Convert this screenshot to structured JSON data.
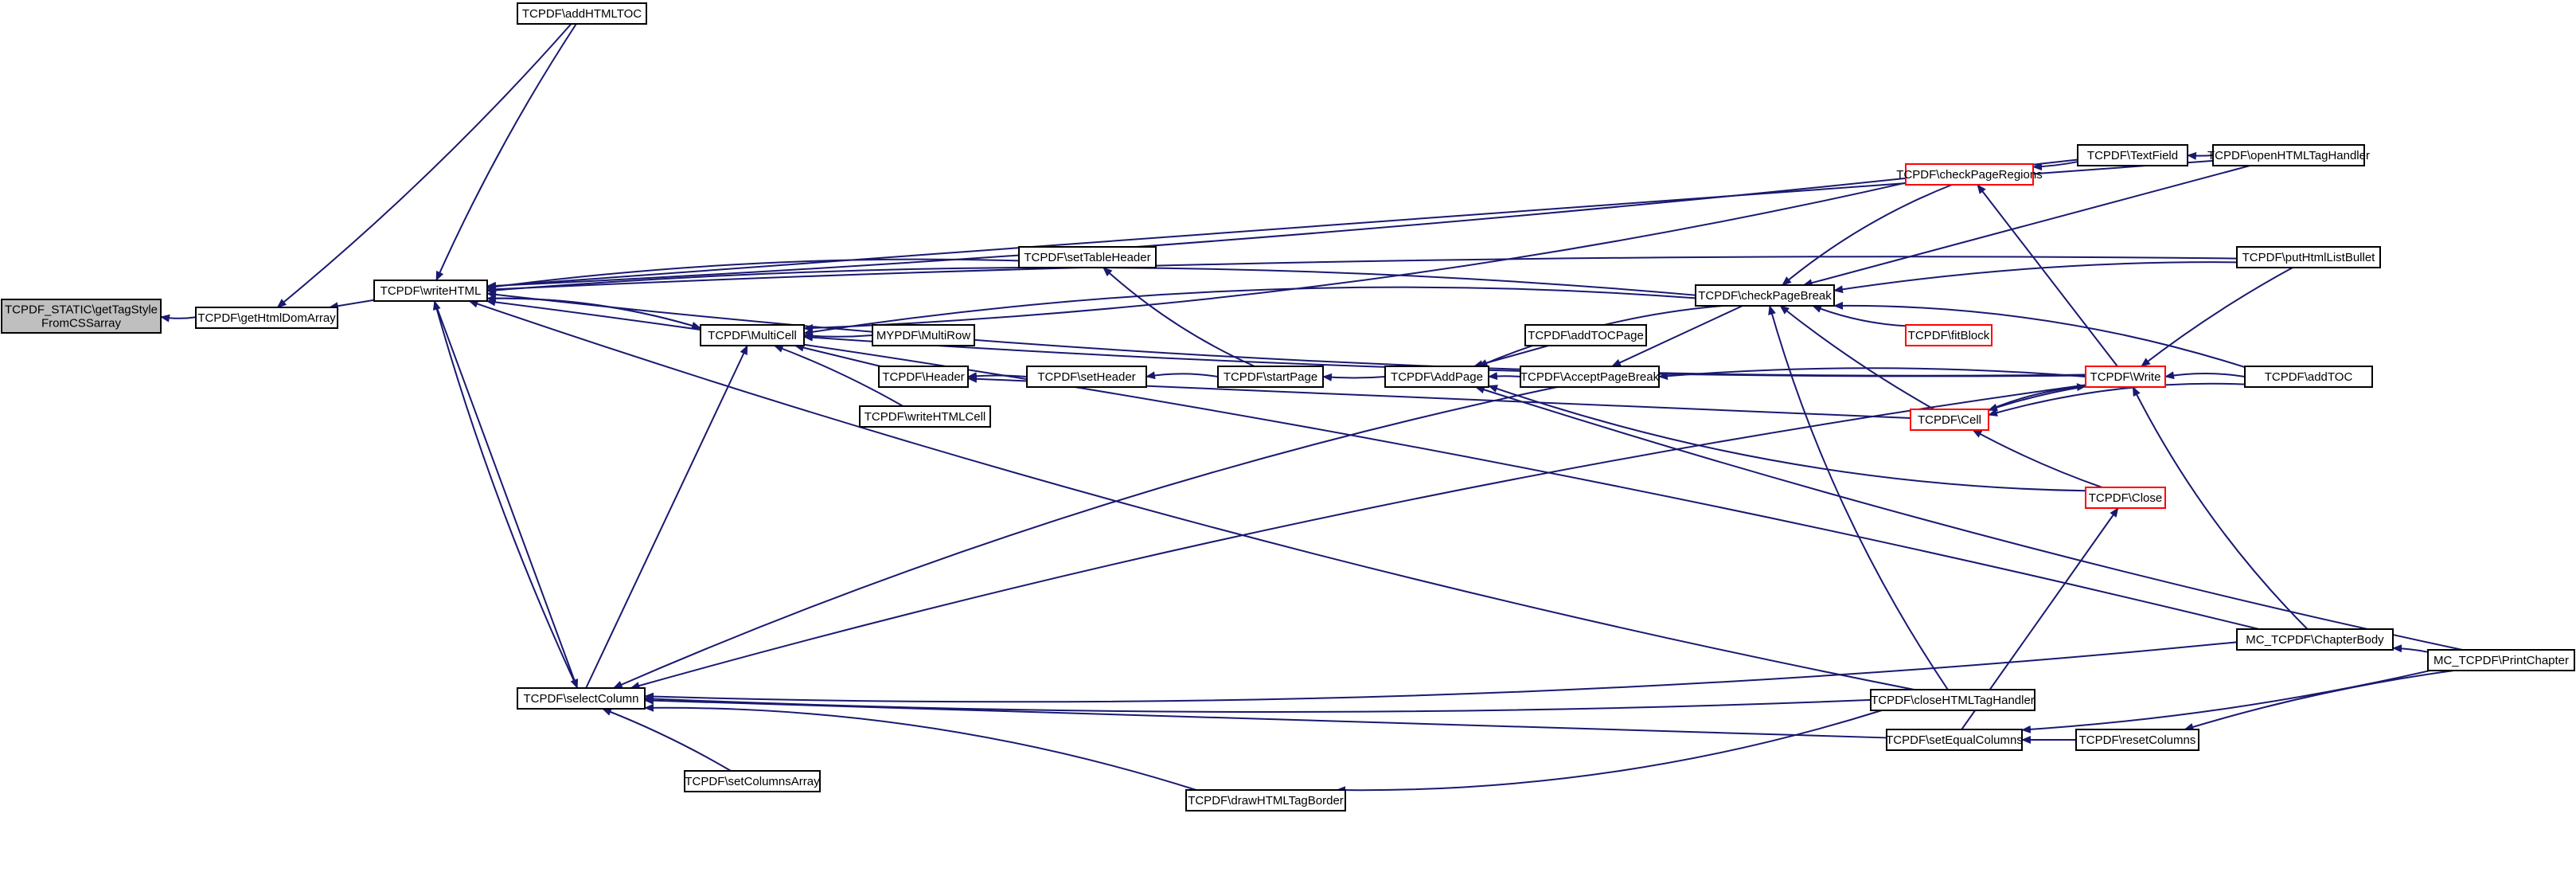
{
  "colors": {
    "edge": "#191970",
    "normal_border": "#000000",
    "red_border": "#ff0000",
    "root_fill": "#bfbfbf",
    "fill": "#ffffff",
    "text": "#000000"
  },
  "nodes": [
    {
      "id": "n1",
      "label": "TCPDF_STATIC\\getTagStyle\nFromCSSarray",
      "style": "root"
    },
    {
      "id": "n2",
      "label": "TCPDF\\getHtmlDomArray",
      "style": "normal"
    },
    {
      "id": "n3",
      "label": "TCPDF\\addHTMLTOC",
      "style": "normal"
    },
    {
      "id": "n4",
      "label": "TCPDF\\writeHTML",
      "style": "normal"
    },
    {
      "id": "n5",
      "label": "TCPDF\\MultiCell",
      "style": "normal"
    },
    {
      "id": "n6",
      "label": "TCPDF\\selectColumn",
      "style": "normal"
    },
    {
      "id": "n7",
      "label": "TCPDF\\setTableHeader",
      "style": "normal"
    },
    {
      "id": "n8",
      "label": "MYPDF\\MultiRow",
      "style": "normal"
    },
    {
      "id": "n9",
      "label": "TCPDF\\Header",
      "style": "normal"
    },
    {
      "id": "n10",
      "label": "TCPDF\\writeHTMLCell",
      "style": "normal"
    },
    {
      "id": "n11",
      "label": "TCPDF\\setHeader",
      "style": "normal"
    },
    {
      "id": "n12",
      "label": "TCPDF\\startPage",
      "style": "normal"
    },
    {
      "id": "n13",
      "label": "TCPDF\\AddPage",
      "style": "normal"
    },
    {
      "id": "n14",
      "label": "TCPDF\\addTOCPage",
      "style": "normal"
    },
    {
      "id": "n15",
      "label": "TCPDF\\AcceptPageBreak",
      "style": "normal"
    },
    {
      "id": "n16",
      "label": "TCPDF\\checkPageBreak",
      "style": "normal"
    },
    {
      "id": "n17",
      "label": "TCPDF\\checkPageRegions",
      "style": "red"
    },
    {
      "id": "n18",
      "label": "TCPDF\\fitBlock",
      "style": "red"
    },
    {
      "id": "n19",
      "label": "TCPDF\\Cell",
      "style": "red"
    },
    {
      "id": "n20",
      "label": "TCPDF\\Write",
      "style": "red"
    },
    {
      "id": "n21",
      "label": "TCPDF\\Close",
      "style": "red"
    },
    {
      "id": "n22",
      "label": "TCPDF\\TextField",
      "style": "normal"
    },
    {
      "id": "n23",
      "label": "TCPDF\\openHTMLTagHandler",
      "style": "normal"
    },
    {
      "id": "n24",
      "label": "TCPDF\\putHtmlListBullet",
      "style": "normal"
    },
    {
      "id": "n25",
      "label": "TCPDF\\addTOC",
      "style": "normal"
    },
    {
      "id": "n26",
      "label": "MC_TCPDF\\ChapterBody",
      "style": "normal"
    },
    {
      "id": "n27",
      "label": "MC_TCPDF\\PrintChapter",
      "style": "normal"
    },
    {
      "id": "n28",
      "label": "TCPDF\\closeHTMLTagHandler",
      "style": "normal"
    },
    {
      "id": "n29",
      "label": "TCPDF\\setEqualColumns",
      "style": "normal"
    },
    {
      "id": "n30",
      "label": "TCPDF\\resetColumns",
      "style": "normal"
    },
    {
      "id": "n31",
      "label": "TCPDF\\setColumnsArray",
      "style": "normal"
    },
    {
      "id": "n32",
      "label": "TCPDF\\drawHTMLTagBorder",
      "style": "normal"
    }
  ],
  "edges": [
    {
      "from": "n2",
      "to": "n1"
    },
    {
      "from": "n3",
      "to": "n2"
    },
    {
      "from": "n4",
      "to": "n2"
    },
    {
      "from": "n3",
      "to": "n4"
    },
    {
      "from": "n5",
      "to": "n4"
    },
    {
      "from": "n4",
      "to": "n5"
    },
    {
      "from": "n6",
      "to": "n4"
    },
    {
      "from": "n4",
      "to": "n6"
    },
    {
      "from": "n7",
      "to": "n4"
    },
    {
      "from": "n16",
      "to": "n4"
    },
    {
      "from": "n20",
      "to": "n4"
    },
    {
      "from": "n22",
      "to": "n4"
    },
    {
      "from": "n23",
      "to": "n4"
    },
    {
      "from": "n24",
      "to": "n4"
    },
    {
      "from": "n26",
      "to": "n4"
    },
    {
      "from": "n28",
      "to": "n4"
    },
    {
      "from": "n8",
      "to": "n5"
    },
    {
      "from": "n9",
      "to": "n5"
    },
    {
      "from": "n10",
      "to": "n5"
    },
    {
      "from": "n16",
      "to": "n5"
    },
    {
      "from": "n17",
      "to": "n5"
    },
    {
      "from": "n20",
      "to": "n5"
    },
    {
      "from": "n6",
      "to": "n5"
    },
    {
      "from": "n11",
      "to": "n9"
    },
    {
      "from": "n12",
      "to": "n11"
    },
    {
      "from": "n12",
      "to": "n7"
    },
    {
      "from": "n13",
      "to": "n12"
    },
    {
      "from": "n14",
      "to": "n13"
    },
    {
      "from": "n15",
      "to": "n13"
    },
    {
      "from": "n16",
      "to": "n13"
    },
    {
      "from": "n21",
      "to": "n13"
    },
    {
      "from": "n27",
      "to": "n13"
    },
    {
      "from": "n16",
      "to": "n15"
    },
    {
      "from": "n20",
      "to": "n15"
    },
    {
      "from": "n17",
      "to": "n16"
    },
    {
      "from": "n18",
      "to": "n16"
    },
    {
      "from": "n19",
      "to": "n16"
    },
    {
      "from": "n23",
      "to": "n16"
    },
    {
      "from": "n24",
      "to": "n16"
    },
    {
      "from": "n25",
      "to": "n16"
    },
    {
      "from": "n28",
      "to": "n16"
    },
    {
      "from": "n22",
      "to": "n17"
    },
    {
      "from": "n20",
      "to": "n17"
    },
    {
      "from": "n20",
      "to": "n19"
    },
    {
      "from": "n25",
      "to": "n19"
    },
    {
      "from": "n19",
      "to": "n20"
    },
    {
      "from": "n21",
      "to": "n19"
    },
    {
      "from": "n19",
      "to": "n9"
    },
    {
      "from": "n24",
      "to": "n20"
    },
    {
      "from": "n25",
      "to": "n20"
    },
    {
      "from": "n26",
      "to": "n20"
    },
    {
      "from": "n23",
      "to": "n22"
    },
    {
      "from": "n29",
      "to": "n21"
    },
    {
      "from": "n27",
      "to": "n26"
    },
    {
      "from": "n15",
      "to": "n6"
    },
    {
      "from": "n26",
      "to": "n6"
    },
    {
      "from": "n28",
      "to": "n6"
    },
    {
      "from": "n29",
      "to": "n6"
    },
    {
      "from": "n31",
      "to": "n6"
    },
    {
      "from": "n32",
      "to": "n6"
    },
    {
      "from": "n28",
      "to": "n32"
    },
    {
      "from": "n27",
      "to": "n29"
    },
    {
      "from": "n30",
      "to": "n29"
    },
    {
      "from": "n27",
      "to": "n30"
    },
    {
      "from": "n20",
      "to": "n6"
    }
  ]
}
